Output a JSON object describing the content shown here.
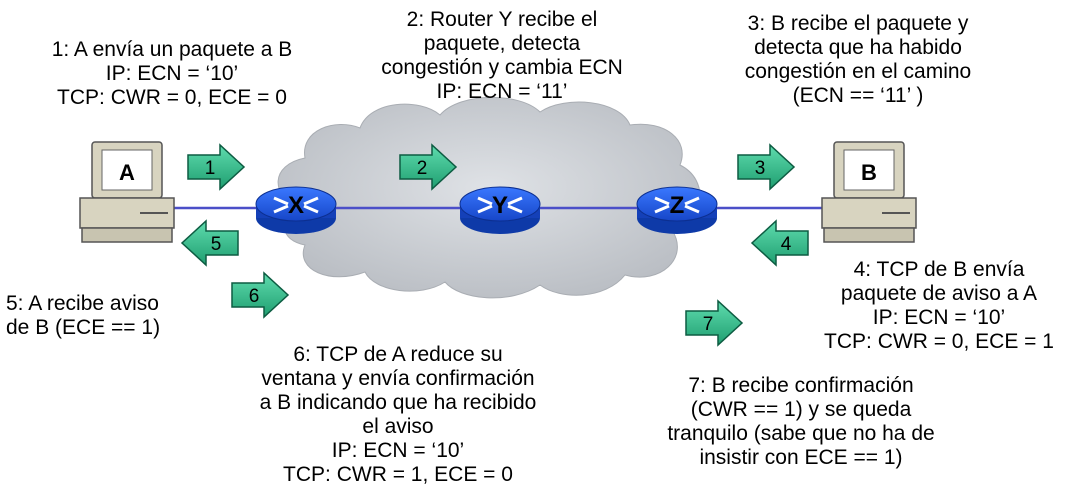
{
  "hosts": {
    "a": {
      "label": "A"
    },
    "b": {
      "label": "B"
    }
  },
  "routers": {
    "x": {
      "label": "X"
    },
    "y": {
      "label": "Y"
    },
    "z": {
      "label": "Z"
    }
  },
  "arrows": {
    "a1": "1",
    "a2": "2",
    "a3": "3",
    "a4": "4",
    "a5": "5",
    "a6": "6",
    "a7": "7"
  },
  "steps": {
    "step1": [
      "1: A envía un paquete a B",
      "IP: ECN = ‘10’",
      "TCP: CWR = 0, ECE = 0"
    ],
    "step2": [
      "2: Router Y recibe el",
      "paquete, detecta",
      "congestión y cambia ECN",
      "IP: ECN = ‘11’"
    ],
    "step3": [
      "3: B recibe el paquete y",
      "detecta que ha habido",
      "congestión en el camino",
      "(ECN == ‘11’ )"
    ],
    "step4": [
      "4: TCP de B envía",
      "paquete de aviso a A",
      "IP: ECN = ‘10’",
      "TCP: CWR = 0, ECE = 1"
    ],
    "step5": [
      "5: A recibe aviso",
      "de B (ECE == 1)"
    ],
    "step6": [
      "6: TCP de A reduce su",
      "ventana y envía confirmación",
      "a B indicando que ha recibido",
      "el aviso",
      "IP: ECN = ‘10’",
      "TCP: CWR = 1, ECE = 0"
    ],
    "step7": [
      "7: B recibe confirmación",
      "(CWR == 1) y se queda",
      "tranquilo (sabe que no ha de",
      "insistir con ECE == 1)"
    ]
  },
  "colors": {
    "arrow_fill": "#2eb88a",
    "arrow_stroke": "#0d5c42",
    "router_fill": "#1a56e8",
    "link": "#4444cc",
    "cloud": "#c9cdd2",
    "computer": "#d8d4c0"
  }
}
